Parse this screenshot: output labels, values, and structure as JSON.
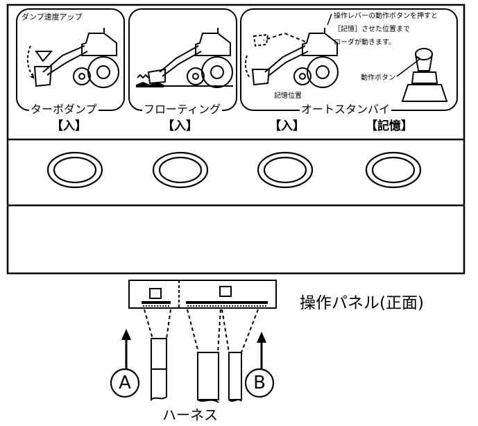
{
  "pictograms": {
    "dump_speed_up": "ダンプ速度アップ",
    "auto_note_1": "操作レバーの動作ボタンを押すと",
    "auto_note_2": "［記憶］させた位置まで",
    "auto_note_3": "ローダが動きます。",
    "operation_button": "動作ボタン",
    "memory_position": "記憶位置"
  },
  "functions": {
    "turbo_dump": "ターボダンプ",
    "floating": "フローティング",
    "auto_standby": "オートスタンバイ"
  },
  "states": {
    "s1": "【入】",
    "s2": "【入】",
    "s3": "【入】",
    "s4": "【記憶】"
  },
  "labels": {
    "panel_front": "操作パネル(正面)",
    "harness": "ハーネス",
    "marker_a": "A",
    "marker_b": "B"
  }
}
